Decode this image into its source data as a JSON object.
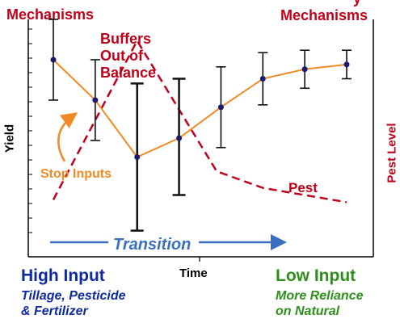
{
  "header": {
    "left_label": "Mechanisms",
    "right_label_top": "y",
    "right_label": "Mechanisms"
  },
  "chart_data": {
    "type": "line",
    "title": "",
    "xlabel": "Time",
    "ylabel": "Yield",
    "y2label": "Pest Level",
    "grid": false,
    "x": [
      1,
      2,
      3,
      4,
      5,
      6,
      7,
      8
    ],
    "ylim": [
      0,
      10
    ],
    "series": [
      {
        "name": "Yield",
        "color": "#f08a24",
        "values": [
          8.3,
          6.6,
          4.2,
          5.0,
          6.3,
          7.5,
          7.9,
          8.1
        ],
        "error_low": [
          6.6,
          4.9,
          1.1,
          2.6,
          4.6,
          6.4,
          7.1,
          7.5
        ],
        "error_high": [
          10.0,
          8.3,
          7.3,
          7.5,
          8.0,
          8.6,
          8.7,
          8.7
        ]
      },
      {
        "name": "Pest",
        "color": "#c00018",
        "style": "dashed",
        "x": [
          1.0,
          3.0,
          4.9,
          6.0,
          7.0,
          8.0
        ],
        "values": [
          2.4,
          9.1,
          3.6,
          2.9,
          2.6,
          2.3
        ]
      }
    ],
    "annotations": [
      {
        "text": "Buffers\nOut of\nBalance",
        "color": "#c00018"
      },
      {
        "text": "Stop Inputs",
        "color": "#f08a24"
      },
      {
        "text": "Pest",
        "color": "#c00018"
      },
      {
        "text": "Transition",
        "color": "#3a6fc0"
      }
    ],
    "colors": {
      "orange": "#f08a24",
      "red": "#c00018",
      "blue": "#3a6fc0",
      "navy": "#0f2aa0",
      "green": "#2e8f1c"
    }
  },
  "footer": {
    "high_input_title": "High Input",
    "high_input_sub_1": "Tillage, Pesticide",
    "high_input_sub_2": "& Fertilizer",
    "low_input_title": "Low Input",
    "low_input_sub_1": "More Reliance",
    "low_input_sub_2": "on Natural"
  }
}
